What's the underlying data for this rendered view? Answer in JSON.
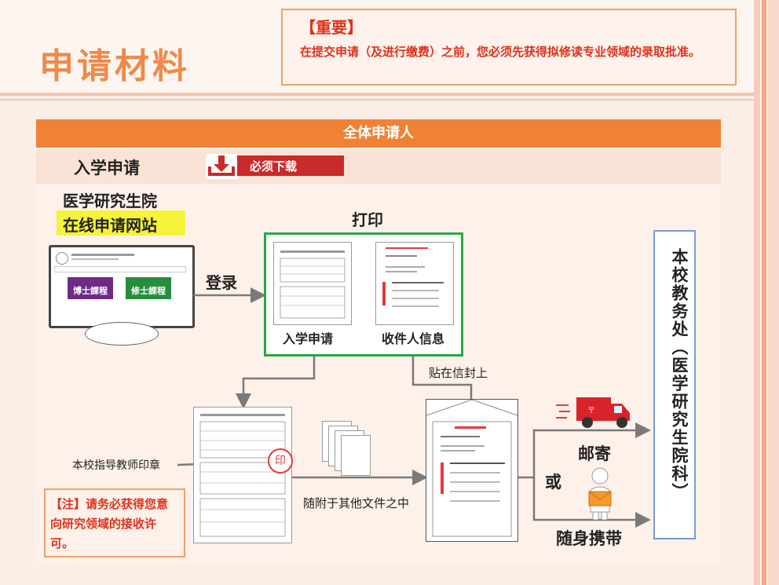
{
  "header": {
    "title": "申请材料",
    "notice_title": "【重要】",
    "notice_body": "在提交申请（及进行缴费）之前，您必须先获得拟修读专业领域的录取批准。"
  },
  "panel": {
    "banner": "全体申请人",
    "section_title": "入学申请",
    "download_label": "必须下载"
  },
  "site": {
    "name": "医学研究生院",
    "label": "在线申请网站",
    "phd_button": "博士課程",
    "ms_button": "修士課程"
  },
  "flow": {
    "login": "登录",
    "print": "打印",
    "doc_application": "入学申请",
    "doc_recipient": "收件人信息",
    "paste_on_envelope": "贴在信封上",
    "advisor_seal": "本校指导教师印章",
    "seal_char": "印",
    "attach": "随附于其他文件之中",
    "mail": "邮寄",
    "or": "或",
    "hand_carry": "随身携带",
    "office": "本校教务处（医学研究生院科）"
  },
  "note": {
    "text": "【注】请务必获得您意向研究领域的接收许可。"
  },
  "colors": {
    "accent_orange": "#f08236",
    "title_orange": "#ef8a4a",
    "warning_red": "#e0311c",
    "print_green": "#28a745",
    "office_blue": "#7b9ad6",
    "highlight_yellow": "#f7f23a"
  }
}
